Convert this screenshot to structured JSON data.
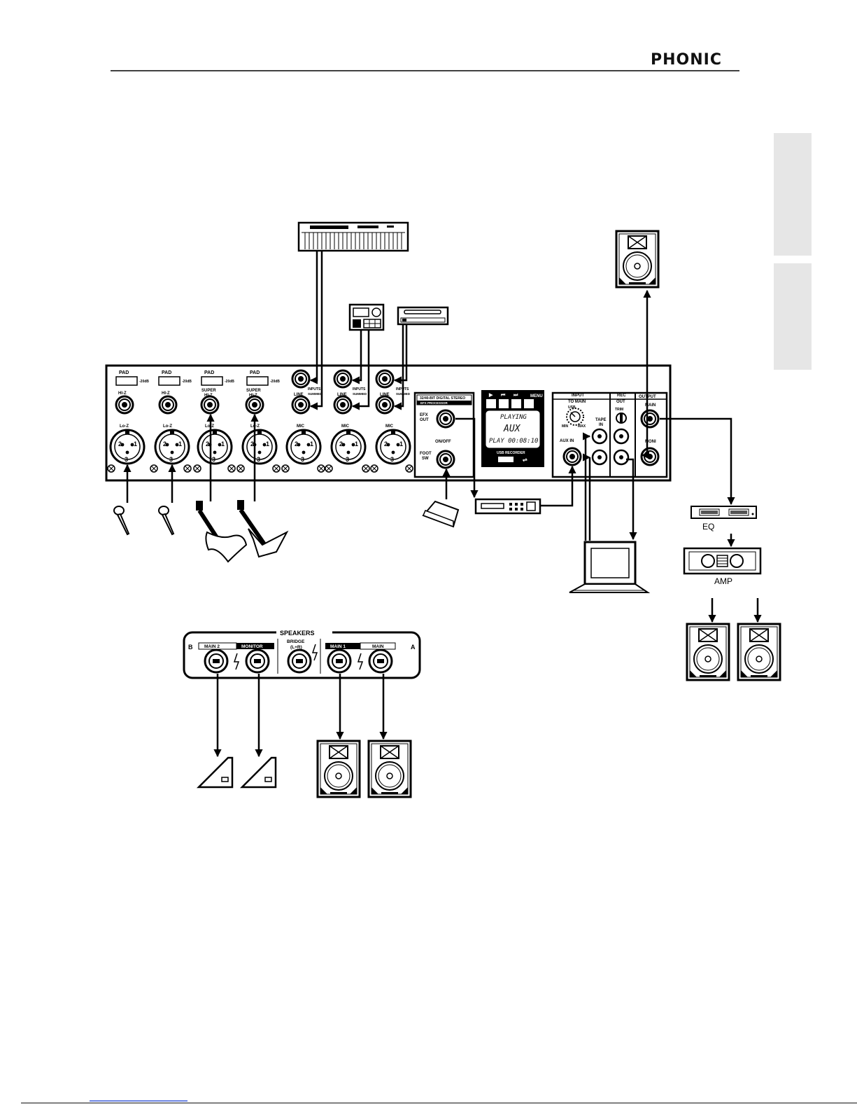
{
  "header": {
    "brand": "PHONIC"
  },
  "mixer": {
    "pad_label": "PAD",
    "pad_value": "-20dB",
    "hiz_label": "HI-Z",
    "super_label": "SUPER",
    "loz_label": "Lo-Z",
    "line_label": "LINE",
    "mic_label": "MIC",
    "inputs_label": "INPUTS",
    "summed_label": "SUMMED",
    "efx_title1": "32/40-BIT DIGITAL STEREO",
    "efx_title2": "EFX PROCESSOR",
    "efx_out_1": "EFX",
    "efx_out_2": "OUT",
    "onoff": "ON/OFF",
    "foot_1": "FOOT",
    "foot_2": "SW",
    "menu": "MENU",
    "lcd_line1": "PLAYING",
    "lcd_line2": "AUX",
    "lcd_line3": "PLAY 00:08:10",
    "usb_recorder": "USB RECORDER",
    "input_to_main_1": "INPUT",
    "input_to_main_2": "TO MAIN",
    "usb": "USB",
    "min": "MIN",
    "max": "MAX",
    "tape_in_1": "TAPE",
    "tape_in_2": "IN",
    "aux_in": "AUX IN",
    "rec_out_1": "REC",
    "rec_out_2": "OUT",
    "trim": "TRIM",
    "output": "OUTPUT",
    "main": "MAIN",
    "moni": "MONI"
  },
  "devices": {
    "eq": "EQ",
    "amp": "AMP"
  },
  "speaker_panel": {
    "title": "SPEAKERS",
    "b": "B",
    "a": "A",
    "main2": "MAIN 2",
    "monitor": "MONITOR",
    "bridge_1": "BRIDGE",
    "bridge_2": "(L+R)",
    "main1": "MAIN 1",
    "main": "MAIN"
  }
}
